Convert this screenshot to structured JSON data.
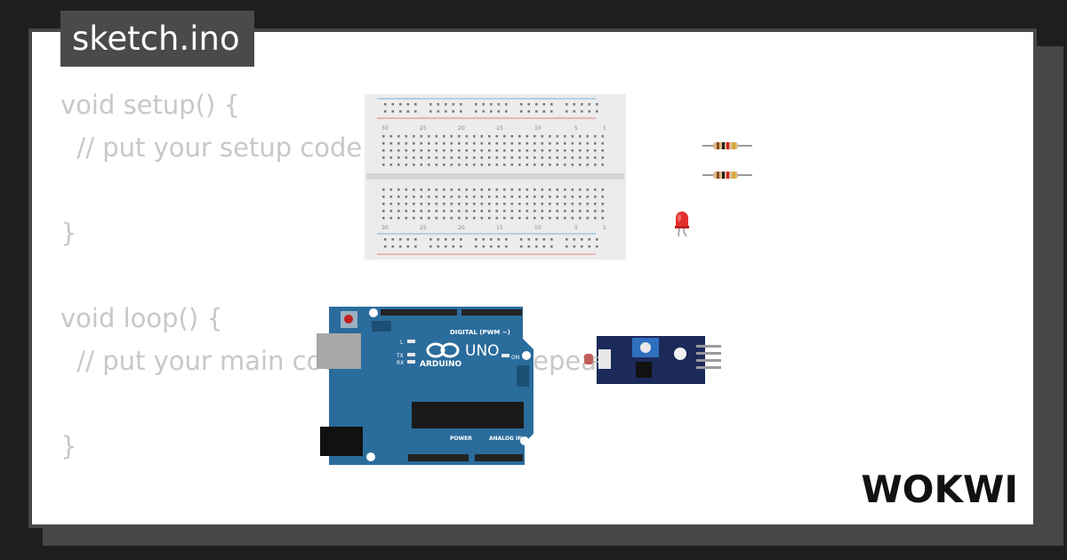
{
  "file_tab": {
    "label": "sketch.ino"
  },
  "code_lines": [
    "void setup() {",
    "  // put your setup code here, to run once:",
    "",
    "}",
    "",
    "void loop() {",
    "  // put your main code here, to run repeatedly:",
    "",
    "}"
  ],
  "arduino": {
    "brand": "ARDUINO",
    "model": "UNO",
    "digital_label": "DIGITAL (PWM ~)",
    "power_label": "POWER",
    "analog_label": "ANALOG IN",
    "on_label": "ON",
    "l_label": "L",
    "tx_label": "TX",
    "rx_label": "RX"
  },
  "breadboard": {
    "numbers": [
      "30",
      "25",
      "20",
      "15",
      "10",
      "5",
      "1"
    ]
  },
  "logo": {
    "text": "WOKWI"
  },
  "colors": {
    "page_bg": "#1e1e1e",
    "card_border": "#474747",
    "code_text": "#c8c8c8",
    "arduino_blue": "#2a6c9c",
    "led_red": "#e53030"
  }
}
